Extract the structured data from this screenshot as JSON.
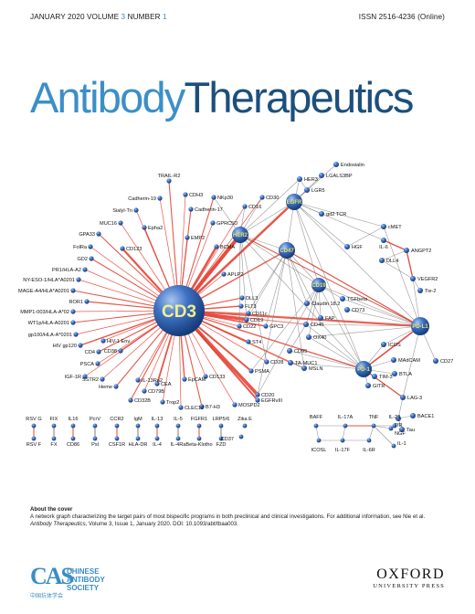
{
  "header": {
    "issue_prefix": "JANUARY 2020 VOLUME ",
    "volume_num": "3",
    "issue_mid": " NUMBER ",
    "number_num": "1",
    "issn": "ISSN 2516-4236 (Online)"
  },
  "title": {
    "part1": "Antibody",
    "part2": "Therapeutics"
  },
  "colors": {
    "title_light": "#3b8fc8",
    "title_dark": "#1c4f7c",
    "node": "#2f63b3",
    "edge_red": "#e33a2a",
    "edge_gray": "#777777"
  },
  "network": {
    "center": "CD3",
    "hubs": [
      {
        "id": "HER2",
        "label": "HER2"
      },
      {
        "id": "EGFR",
        "label": "EGFR"
      },
      {
        "id": "CD47",
        "label": "CD47"
      },
      {
        "id": "CD19H",
        "label": "CD19"
      },
      {
        "id": "PDL1",
        "label": "PD-L1"
      },
      {
        "id": "PD1",
        "label": "PD-1"
      }
    ],
    "cd3_targets": [
      "TRAIL-R2",
      "CDH3",
      "Cadherin-19",
      "Cadherin-17",
      "Sialyl-Tn",
      "MUC16",
      "Epha2",
      "GPRC5D",
      "EMP2",
      "GPA33",
      "CD123",
      "FolRa",
      "GD2",
      "PR1/HLA-A2",
      "NY-ESO-1/HLA*A0201",
      "MAGE-A4/HLA*A0201",
      "ROR1",
      "MMP1-003/HLA-A*02",
      "WT1p/HLA-A0201",
      "gp100/HLA-A*0201",
      "HIV gp120",
      "CD4",
      "HIV-1 Env",
      "PSCA",
      "CD38",
      "IGF-1R",
      "SSTR2",
      "Heme",
      "IL-13Ra2",
      "CD79B",
      "CEA",
      "EpCAM",
      "CD133",
      "CD32B",
      "Trop2",
      "CLEC12",
      "B7-H3",
      "MOSPD2",
      "EGFRvIII",
      "CD20",
      "PSMA",
      "CD28",
      "ST4",
      "GPC3",
      "CD22",
      "CD19",
      "CD11c",
      "FLT3",
      "DLL3",
      "APLP2",
      "BCMA",
      "NKp30",
      "CD16",
      "CD30"
    ],
    "other_nodes": [
      "HER3",
      "LGALS3BP",
      "Endosialin",
      "LGR5",
      "gd2 TCR",
      "cMET",
      "IL-6",
      "HGF",
      "ANGPT2",
      "DLL4",
      "VEGFR2",
      "Tie-2",
      "TGFbeta",
      "CD73",
      "FAP",
      "Claudin 18.2",
      "CD40",
      "OX40",
      "CD95",
      "TA-MUC1",
      "MSLN",
      "ICOS",
      "MAdCAM",
      "BTLA",
      "GITR",
      "TIM-3",
      "LAG-3",
      "BACE1",
      "TfR",
      "Tau",
      "CD27"
    ],
    "pairs": [
      {
        "a": "RSV G",
        "b": "RSV F"
      },
      {
        "a": "FIX",
        "b": "FX"
      },
      {
        "a": "IL16",
        "b": "CD86"
      },
      {
        "a": "PcrV",
        "b": "Psl"
      },
      {
        "a": "CCR2",
        "b": "CSF1R"
      },
      {
        "a": "IgM",
        "b": "HLA-DR"
      },
      {
        "a": "IL-13",
        "b": "IL-4"
      },
      {
        "a": "IL-5",
        "b": "IL-4Ra"
      },
      {
        "a": "FGFR1",
        "b": "Beta-Klotho"
      },
      {
        "a": "LRP5/6",
        "b": "FZD"
      }
    ],
    "singles": [
      "Zika E",
      "CD37"
    ],
    "cluster": [
      "BAFF",
      "ICOSL",
      "IL-17A",
      "IL-17F",
      "TNF",
      "IL-6R",
      "IL-23",
      "NGF",
      "IL-1"
    ]
  },
  "about": {
    "title": "About the cover",
    "text1": "A network graph characterizing the target pairs of most bispecific programs in both preclinical and clinical investigations. For additional information, see Nie et al.",
    "journal": "Antibody Therapeutics",
    "text2": ", Volume 3, Issue 1, January 2020. DOI: 10.1093/abt/tbaa003."
  },
  "society": {
    "mark": "CAS",
    "line1": "CHINESE",
    "line2": "ANTIBODY",
    "line3": "SOCIETY",
    "cn": "中国抗体学会"
  },
  "publisher": {
    "name": "OXFORD",
    "press": "UNIVERSITY PRESS"
  }
}
